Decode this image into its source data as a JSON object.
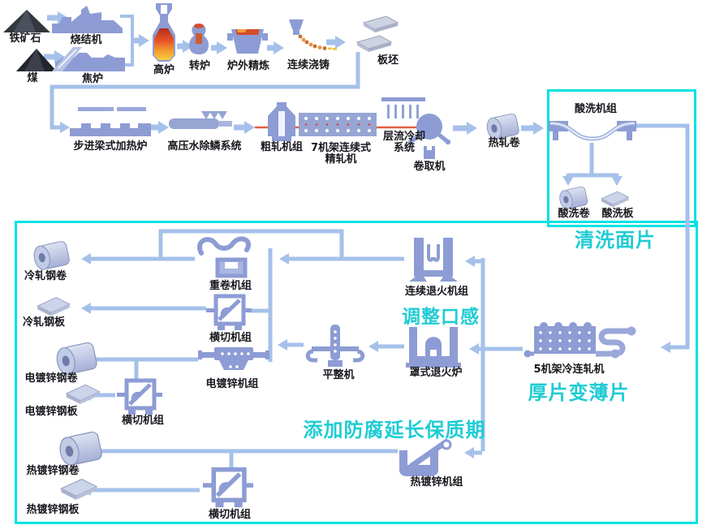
{
  "colors": {
    "frame_cyan": "#00e2e2",
    "annotation_cyan": "#1fccd4",
    "machine_blue": "#8d9cd4",
    "arrow_blue": "#a5c1ea",
    "hot_line_orange": "#e0603c"
  },
  "top_row": {
    "iron_ore": "铁矿石",
    "sinter": "烧结机",
    "coal": "煤",
    "coke_oven": "焦炉",
    "blast_furnace": "高炉",
    "converter": "转炉",
    "ladle_refining": "炉外精炼",
    "casting": "连续浇铸",
    "slab": "板坯"
  },
  "hot_row": {
    "reheat": "步进梁式加热炉",
    "descale": "高压水除鳞系统",
    "rough": "粗轧机组",
    "finish_line1": "7机架连续式",
    "finish_line2": "精轧机",
    "cooling_line1": "层流冷却",
    "cooling_line2": "系统",
    "coiler": "卷取机",
    "hot_coil": "热轧卷"
  },
  "pickling": {
    "unit": "酸洗机组",
    "coil": "酸洗卷",
    "plate": "酸洗板",
    "note": "清洗面片"
  },
  "cold": {
    "recoiling": "重卷机组",
    "cut_a": "横切机组",
    "egl": "电镀锌机组",
    "cut_b": "横切机组",
    "cut_c": "横切机组",
    "temper": "平整机",
    "annealing": "连续退火机组",
    "bell": "罩式退火炉",
    "tandem": "5机架冷连轧机",
    "galvanizing": "热镀锌机组",
    "crc_coil": "冷轧钢卷",
    "crc_sheet": "冷轧钢板",
    "eg_coil": "电镀锌钢卷",
    "eg_sheet": "电镀锌钢板",
    "gi_coil": "热镀锌钢卷",
    "gi_sheet": "热镀锌钢板",
    "note_taste": "调整口感",
    "note_thin": "厚片变薄片",
    "note_preserve": "添加防腐延长保质期"
  }
}
